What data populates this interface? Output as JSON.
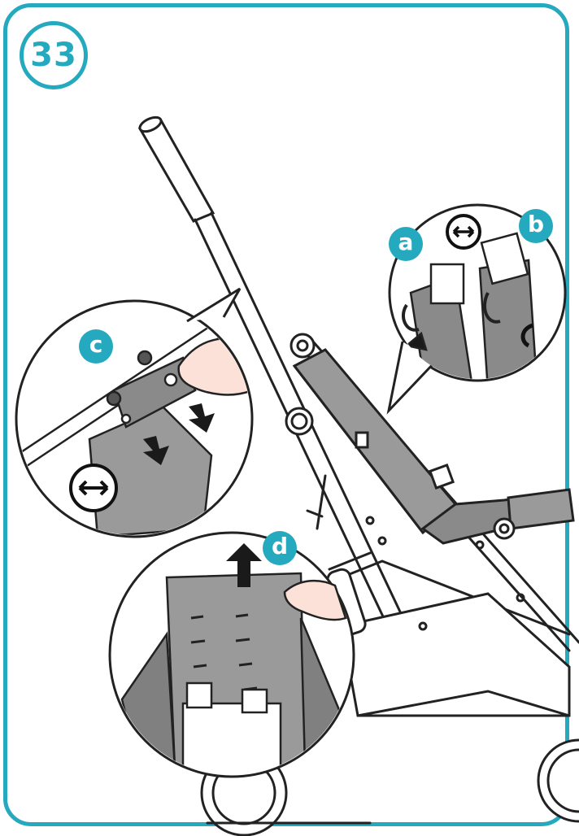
{
  "step": {
    "number": "33"
  },
  "callouts": {
    "a": "a",
    "b": "b",
    "c": "c",
    "d": "d"
  },
  "colors": {
    "accent": "#25a9be",
    "line": "#222222",
    "fabric": "#9a9a9a",
    "fabric_dark": "#6f6f6f",
    "frame_fill": "#ffffff"
  },
  "icons": {
    "rotate_icons": [
      "rotate-arrow-icon",
      "rotate-arrow-icon"
    ],
    "arrows": [
      "arrow-up-icon",
      "arrow-down-icon",
      "arrow-right-icon"
    ]
  }
}
